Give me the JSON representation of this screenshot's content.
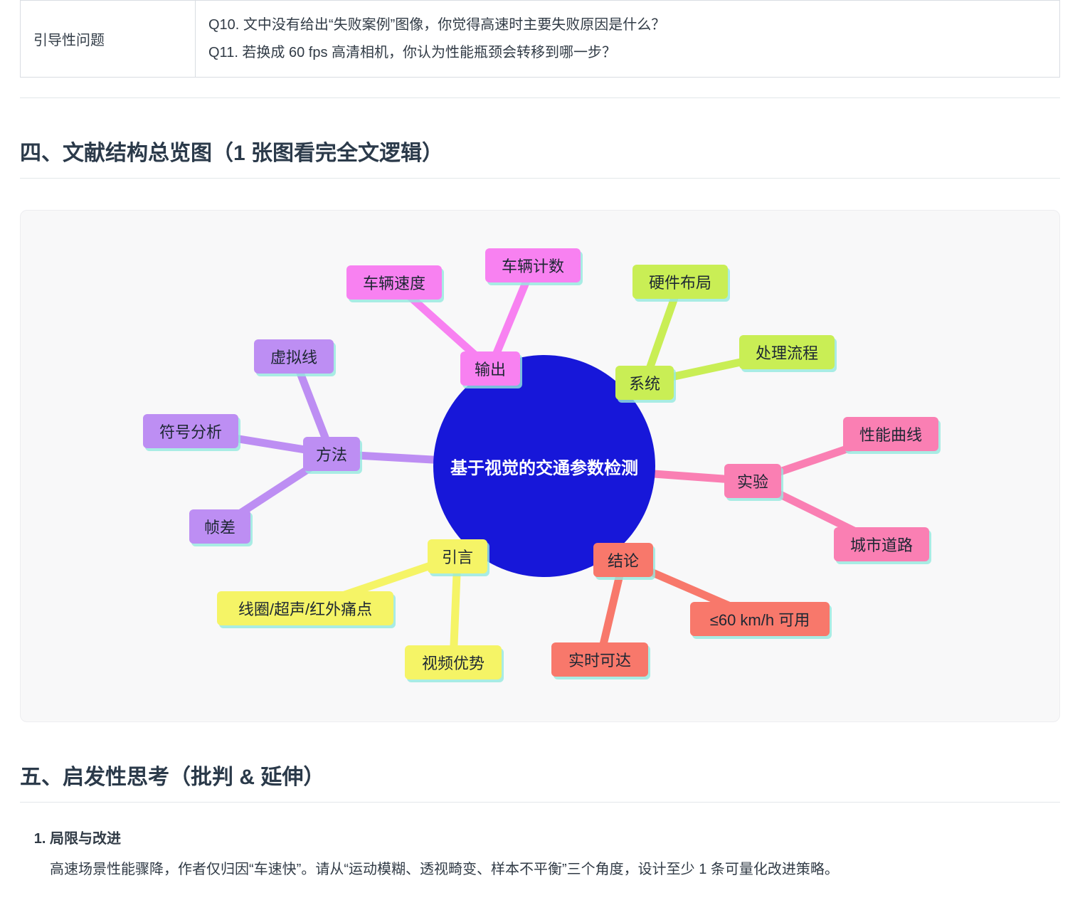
{
  "table": {
    "row_label": "引导性问题",
    "questions": [
      "Q10. 文中没有给出“失败案例”图像，你觉得高速时主要失败原因是什么？",
      "Q11. 若换成 60 fps 高清相机，你认为性能瓶颈会转移到哪一步？"
    ]
  },
  "sections": {
    "section4_title": "四、文献结构总览图（1 张图看完全文逻辑）",
    "section5_title": "五、启发性思考（批判 & 延伸）"
  },
  "mindmap": {
    "center": {
      "label": "基于视觉的交通参数检测",
      "color": "#1717d9"
    },
    "branches": [
      {
        "label": "输出",
        "color": "#f881f1",
        "children": [
          "车辆速度",
          "车辆计数"
        ]
      },
      {
        "label": "系统",
        "color": "#c9ee55",
        "children": [
          "硬件布局",
          "处理流程"
        ]
      },
      {
        "label": "方法",
        "color": "#bd8ef3",
        "children": [
          "虚拟线",
          "符号分析",
          "帧差"
        ]
      },
      {
        "label": "实验",
        "color": "#fa7fb3",
        "children": [
          "性能曲线",
          "城市道路"
        ]
      },
      {
        "label": "引言",
        "color": "#f5f466",
        "children": [
          "线圈/超声/红外痛点",
          "视频优势"
        ]
      },
      {
        "label": "结论",
        "color": "#f8786b",
        "children": [
          "≤60 km/h 可用",
          "实时可达"
        ]
      }
    ]
  },
  "thinking": {
    "items": [
      {
        "title": "局限与改进",
        "body": "高速场景性能骤降，作者仅归因“车速快”。请从“运动模糊、透视畸变、样本不平衡”三个角度，设计至少 1 条可量化改进策略。"
      }
    ]
  }
}
